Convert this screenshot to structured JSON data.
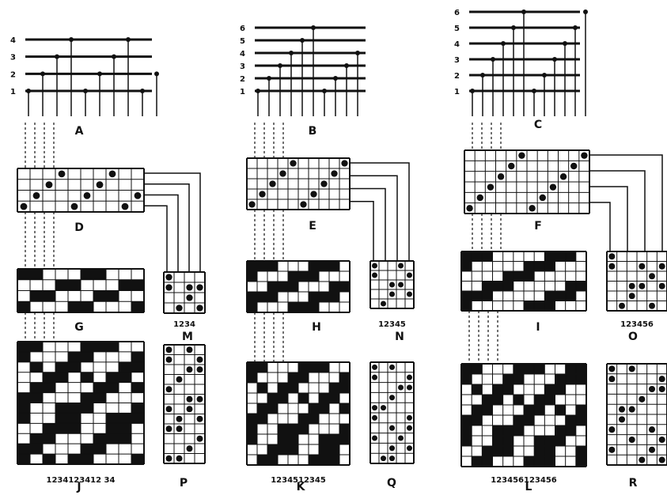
{
  "colors": {
    "ink": "#111111",
    "paper": "#ffffff"
  },
  "columns": [
    {
      "level_numbers": [
        "1",
        "2",
        "3",
        "4"
      ],
      "draft_label": "A",
      "threading_label": "D",
      "weave_label": "G",
      "tieup_label": "M",
      "tieup_numbers": "1234",
      "fabric_label": "J",
      "fabric_numbers": "1234123412 34",
      "peg_label": "P"
    },
    {
      "level_numbers": [
        "1",
        "2",
        "3",
        "4",
        "5",
        "6"
      ],
      "draft_label": "B",
      "threading_label": "E",
      "weave_label": "H",
      "tieup_label": "N",
      "tieup_numbers": "12345",
      "fabric_label": "K",
      "fabric_numbers": "1234512345",
      "peg_label": "Q"
    },
    {
      "level_numbers": [
        "1",
        "2",
        "3",
        "4",
        "5",
        "6"
      ],
      "draft_label": "C",
      "threading_label": "F",
      "weave_label": "I",
      "tieup_label": "O",
      "tieup_numbers": "123456",
      "fabric_label": "L",
      "fabric_numbers": "123456123456",
      "peg_label": "R"
    }
  ]
}
